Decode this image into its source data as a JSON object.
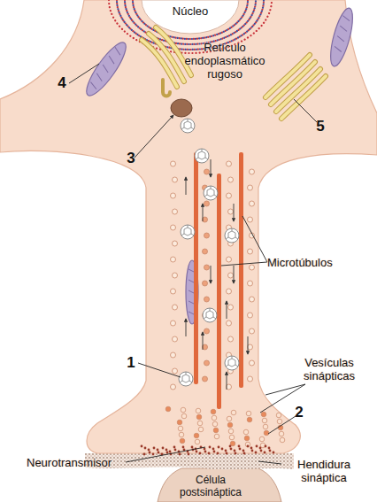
{
  "diagram": {
    "nodes": [
      {
        "text": [
          "Núcleo"
        ]
      },
      {
        "text": [
          "Célula postsináptica"
        ]
      }
    ],
    "labels": [
      "Retículo endoplasmático rugoso",
      "4",
      "3",
      "5",
      "Microtúbulos",
      "1",
      "Vesículas sinápticas",
      "2",
      "Neurotransmisor",
      "Hendidura sináptica"
    ]
  }
}
